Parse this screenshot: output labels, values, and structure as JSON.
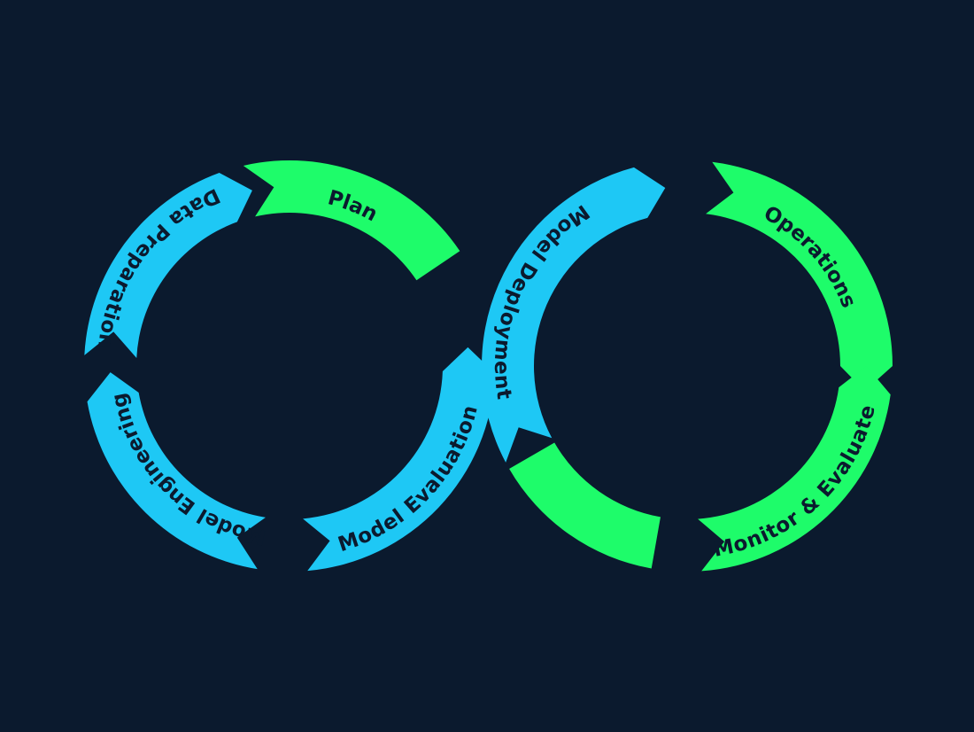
{
  "colors": {
    "background": "#0b1a2e",
    "blue": "#1ec8f5",
    "green": "#1efc6a",
    "label": "#0b1a2e"
  },
  "segments": [
    {
      "id": "plan",
      "label": "Plan",
      "color": "green"
    },
    {
      "id": "data-preparation",
      "label": "Data Preparation",
      "color": "blue"
    },
    {
      "id": "model-engineering",
      "label": "Model Engineering",
      "color": "blue"
    },
    {
      "id": "model-evaluation",
      "label": "Model Evaluation",
      "color": "blue"
    },
    {
      "id": "model-deployment",
      "label": "Model Deployment",
      "color": "blue"
    },
    {
      "id": "operations",
      "label": "Operations",
      "color": "green"
    },
    {
      "id": "monitor-evaluate",
      "label": "Monitor & Evaluate",
      "color": "green"
    },
    {
      "id": "unlabeled-green",
      "label": "",
      "color": "green"
    }
  ]
}
